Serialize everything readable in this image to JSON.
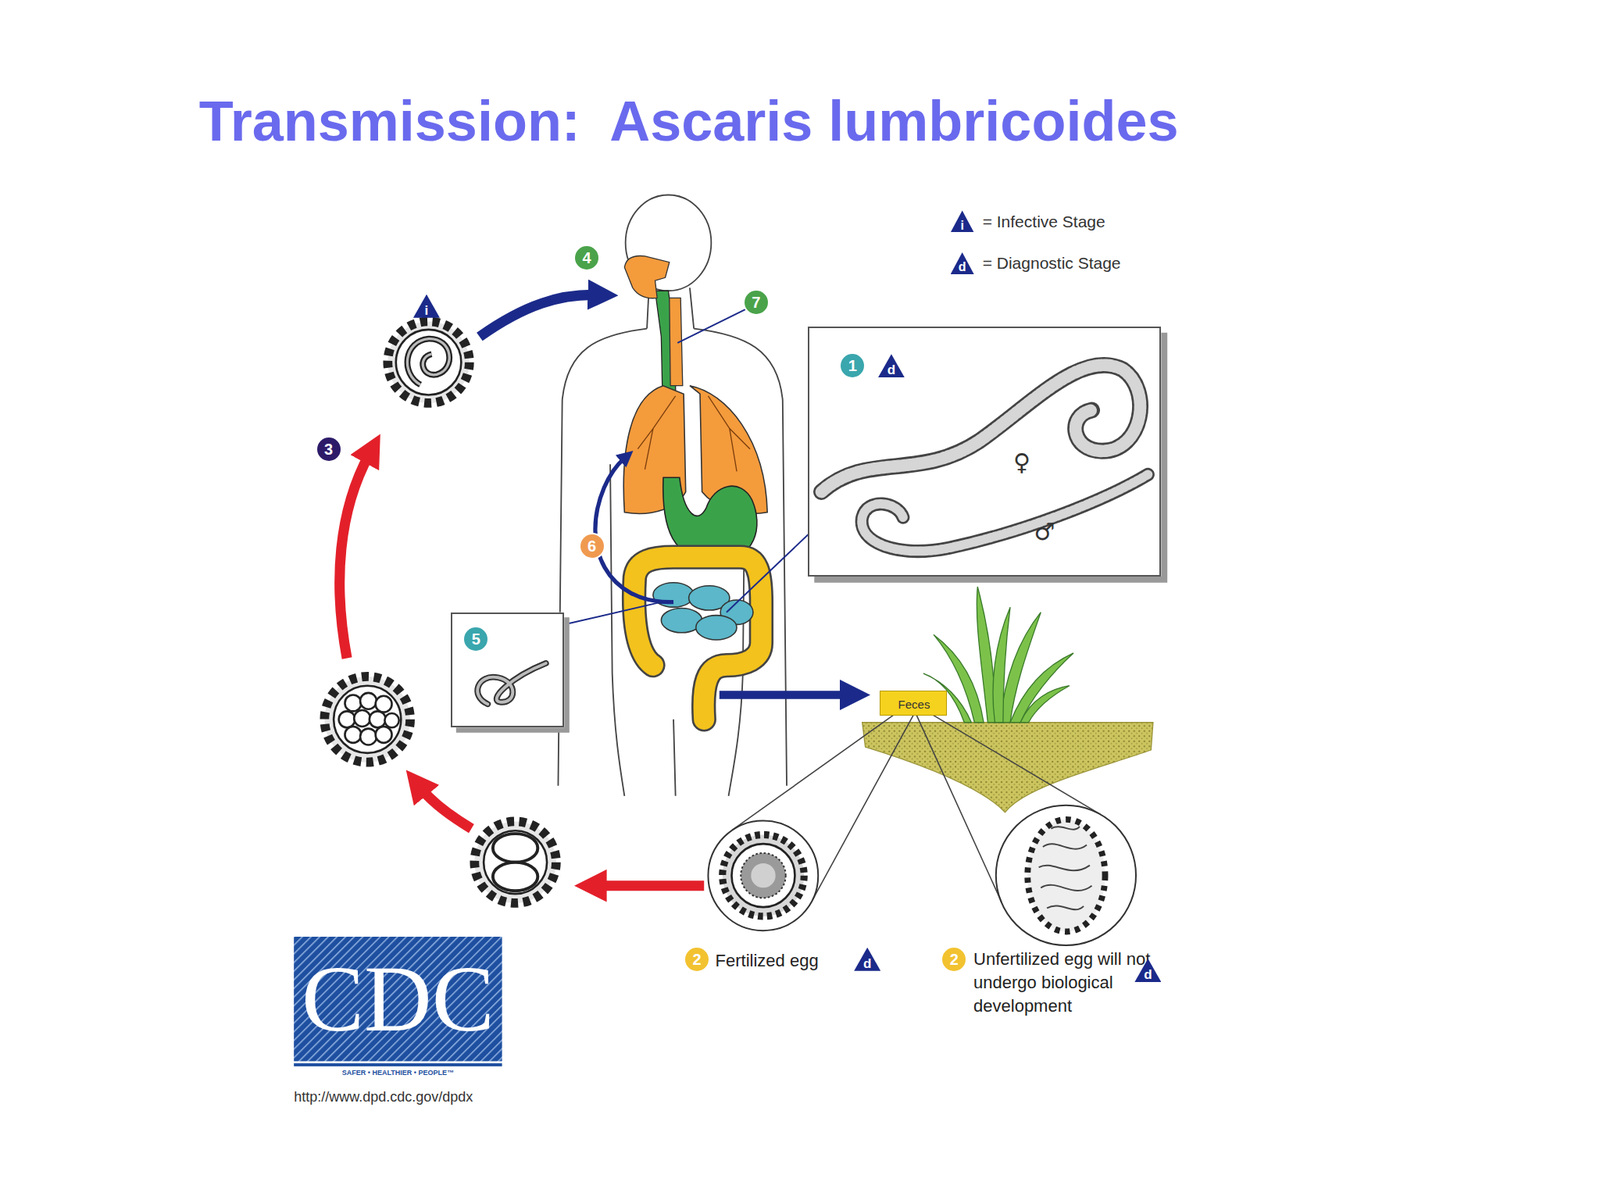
{
  "diagram": {
    "title": "Transmission:  Ascaris lumbricoides",
    "nodes": [
      {
        "text": [
          "Feces"
        ]
      },
      {
        "text": [
          "1",
          "d",
          "♀",
          "♂"
        ]
      },
      {
        "text": [
          "5"
        ]
      },
      {
        "text": [
          "2",
          "Fertilized egg",
          "d"
        ]
      },
      {
        "text": [
          "2",
          "Unfertilized egg will not undergo biological development",
          "d"
        ]
      }
    ],
    "edges": [
      {
        "from": 0,
        "to": 3,
        "arrow": "none"
      },
      {
        "from": 0,
        "to": 4,
        "arrow": "none"
      }
    ],
    "labels": [
      "i",
      "d",
      "4",
      "7",
      "i",
      "3",
      "6",
      "CDC",
      "SAFER • HEALTHIER • PEOPLE™",
      "http://www.dpd.cdc.gov/dpdx"
    ],
    "legend": [
      {
        "text": "= Infective Stage"
      },
      {
        "text": "= Diagnostic Stage"
      }
    ]
  }
}
